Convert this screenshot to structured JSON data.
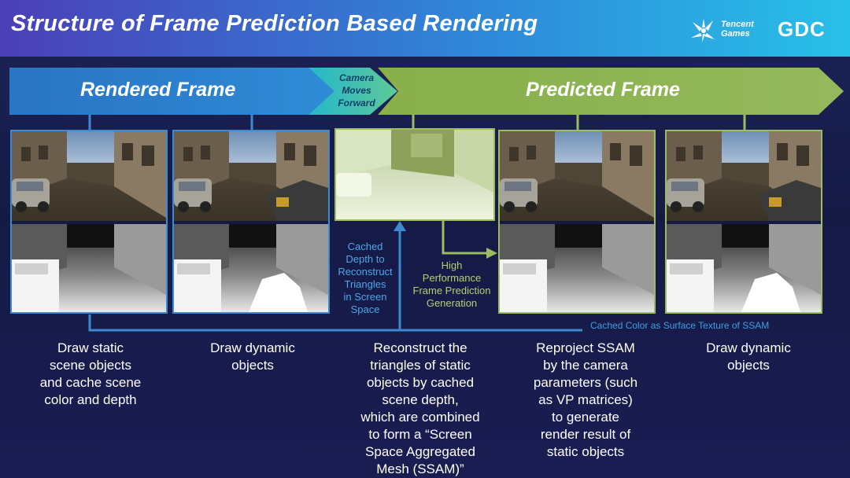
{
  "header": {
    "title": "Structure of Frame Prediction Based Rendering",
    "tencent_logo_line1": "Tencent",
    "tencent_logo_line2": "Games",
    "gdc_logo": "GDC"
  },
  "banner": {
    "rendered_label": "Rendered Frame",
    "camera_label_lines": [
      "Camera",
      "Moves",
      "Forward"
    ],
    "predicted_label": "Predicted Frame"
  },
  "annotations": {
    "cached_depth_lines": [
      "Cached",
      "Depth to",
      "Reconstruct",
      "Triangles",
      "in Screen",
      "Space"
    ],
    "high_perf_lines": [
      "High",
      "Performance",
      "Frame Prediction",
      "Generation"
    ],
    "cached_color": "Cached Color as Surface Texture of SSAM"
  },
  "descriptions": [
    {
      "lines": [
        "Draw static",
        "scene objects",
        "and cache scene",
        "color and depth"
      ]
    },
    {
      "lines": [
        "Draw dynamic",
        "objects"
      ]
    },
    {
      "lines": [
        "Reconstruct the",
        "triangles of static",
        "objects by cached",
        "scene depth,",
        "which are combined",
        "to form a “Screen",
        "Space Aggregated",
        "Mesh (SSAM)”"
      ]
    },
    {
      "lines": [
        "Reproject SSAM",
        "by the camera",
        "parameters (such",
        "as VP matrices)",
        "to generate",
        "render result of",
        "static objects"
      ]
    },
    {
      "lines": [
        "Draw dynamic",
        "objects"
      ]
    }
  ],
  "colors": {
    "rendered_blue": "#2f86d8",
    "predicted_green": "#8bb04d",
    "caption_blue": "#4aa8e8",
    "caption_green": "#b4d06e"
  }
}
